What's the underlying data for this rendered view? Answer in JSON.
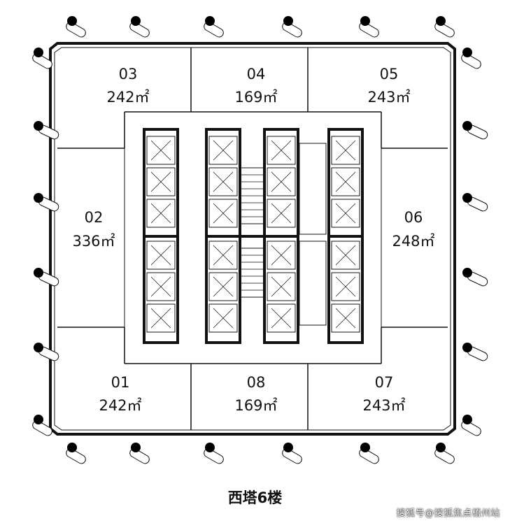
{
  "title": "西塔6楼",
  "watermark": "搜狐号@搜狐焦点梧州站",
  "colors": {
    "line": "#111111",
    "column": "#000000",
    "background": "#ffffff"
  },
  "units": [
    {
      "id": "03",
      "area": "242㎡"
    },
    {
      "id": "04",
      "area": "169㎡"
    },
    {
      "id": "05",
      "area": "243㎡"
    },
    {
      "id": "02",
      "area": "336㎡"
    },
    {
      "id": "06",
      "area": "248㎡"
    },
    {
      "id": "01",
      "area": "242㎡"
    },
    {
      "id": "08",
      "area": "169㎡"
    },
    {
      "id": "07",
      "area": "243㎡"
    }
  ]
}
